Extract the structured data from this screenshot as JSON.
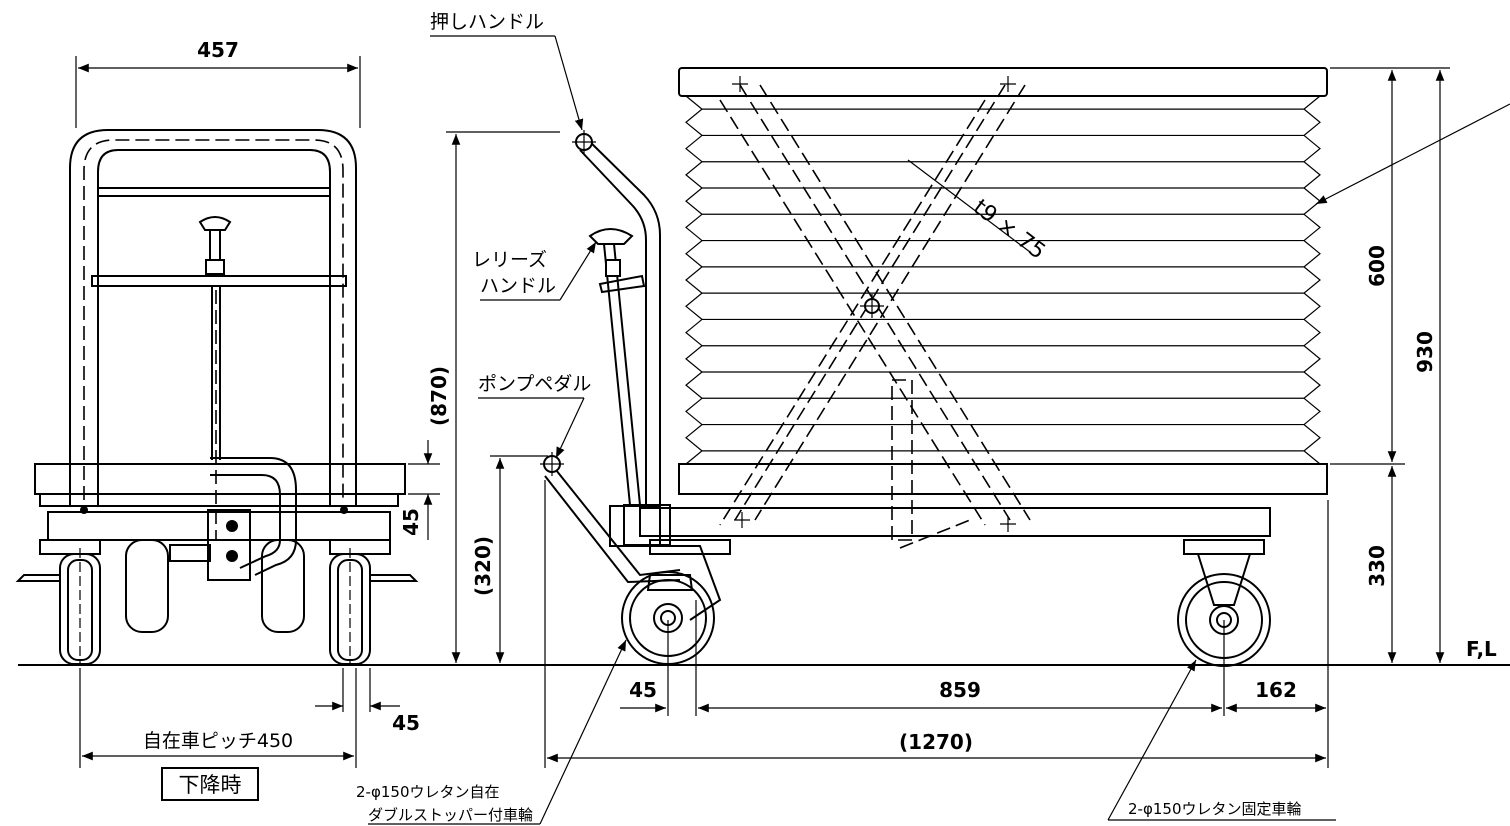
{
  "labels": {
    "push_handle": "押しハンドル",
    "release_handle_1": "レリーズ",
    "release_handle_2": "ハンドル",
    "pump_pedal": "ポンプペダル",
    "plate_spec": "t9 × 75",
    "swivel_caster_1": "2-φ150ウレタン自在",
    "swivel_caster_2": "ダブルストッパー付車輪",
    "fixed_caster": "2-φ150ウレタン固定車輪",
    "caster_pitch": "自在車ピッチ450",
    "lowered_state": "下降時",
    "floor_level": "F,L"
  },
  "dimensions": {
    "width_457": "457",
    "gap_45_vertical": "45",
    "gap_45_horizontal": "45",
    "handle_height_870": "(870)",
    "pedal_height_320": "(320)",
    "wheel_offset_45": "45",
    "wheel_span_859": "859",
    "rear_overhang_162": "162",
    "total_length_1270": "(1270)",
    "bellows_600": "600",
    "total_height_930": "930",
    "base_330": "330"
  }
}
